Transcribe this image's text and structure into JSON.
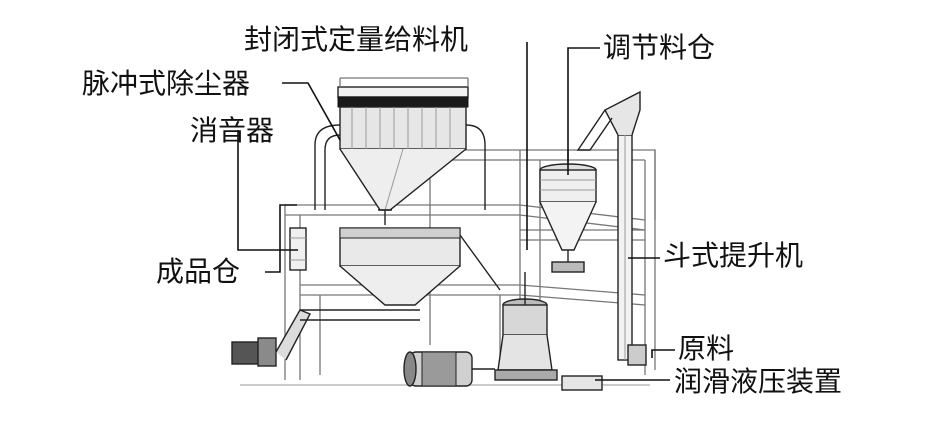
{
  "labels": {
    "closed_feeder": "封闭式定量给料机",
    "pulse_dust_collector": "脉冲式除尘器",
    "silencer": "消音器",
    "product_bin": "成品仓",
    "regulating_bin": "调节料仓",
    "bucket_elevator": "斗式提升机",
    "raw_material": "原料",
    "lubrication_hydraulic": "润滑液压装置"
  }
}
